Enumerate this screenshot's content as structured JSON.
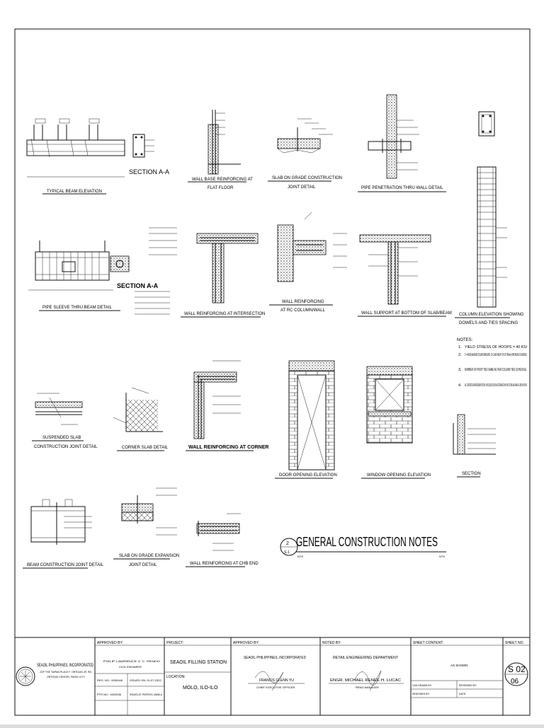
{
  "drawing": {
    "title": "GENERAL CONSTRUCTION NOTES",
    "title_marker": {
      "top": "2",
      "bottom": "S-1"
    },
    "scale_left": "NTS",
    "scale_right": "NTS"
  },
  "details": {
    "typical_beam_elevation": "TYPICAL BEAM ELEVATION",
    "section_aa_1": "SECTION  A-A",
    "wall_base_reinforcing": {
      "line1": "WALL BASE REINFORCING AT",
      "line2": "FLAT FLOOR"
    },
    "slab_on_grade_joint": {
      "line1": "SLAB ON GRADE CONSTRUCTION",
      "line2": "JOINT DETAIL"
    },
    "pipe_penetration": "PIPE PENETRATION THRU WALL DETAIL",
    "pipe_sleeve": "PIPE SLEEVE THRU BEAM DETAIL",
    "section_aa_2": "SECTION  A-A",
    "wall_reinforcing_intersection": "WALL REINFORCING AT INTERSECTION",
    "wall_reinforcing_rc": {
      "line1": "WALL REINFORCING",
      "line2": "AT RC COLUMN/WALL"
    },
    "wall_support": "WALL SUPPORT AT BOTTOM OF SLAB/BEAM",
    "column_elevation": {
      "line1": "COLUMN ELEVATION SHOWING",
      "line2": "DOWELS AND TIES SPACING"
    },
    "suspended_slab": {
      "line1": "SUSPENDED SLAB",
      "line2": "CONSTRUCTION JOINT DETAIL"
    },
    "corner_slab": "CORNER SLAB DETAIL",
    "wall_reinforcing_corner": "WALL REINFORCING AT CORNER",
    "door_opening": "DOOR OPENING ELEVATION",
    "window_opening": "WINDOW OPENING ELEVATION",
    "section": "SECTION",
    "beam_construction_joint": "BEAM CONSTRUCTION JOINT DETAIL",
    "slab_on_grade_expansion": {
      "line1": "SLAB ON GRADE EXPANSION",
      "line2": "JOINT DETAIL"
    },
    "wall_reinforcing_chb_end": "WALL REINFORCING AT CHB END"
  },
  "notes": {
    "heading": "NOTES:",
    "items": [
      {
        "num": "1.",
        "text": "YIELD STRESS OF HOOPS = 40 KSI"
      },
      {
        "num": "2.",
        "text": "D = LARGE MAXIMUM COLUMN DIMENSION, 1/6 CLEAR HEIGHT OR 18\" (450mm) WHICHEVER IS GREATER."
      },
      {
        "num": "3.",
        "text": "NUMBER OF HOOP TIES SAME AS PER COLUMN TIES SCHEDULE."
      },
      {
        "num": "4.",
        "text": "ALL CONCRETE REINFORCEMENT DETAIL SHOULD BE DONE IN ACCORDANCE WITH ACI DETAILING MANUAL 1995 PUB SP-66"
      }
    ]
  },
  "title_block": {
    "company": {
      "name": "SEAOIL PHILIPPINES, INCORPORATED",
      "address1": "22/F THE TAIPAN PLACE F. ORTIGAS JR. RD.",
      "address2": "ORTIGAS CENTER, PASIG CITY"
    },
    "approved_by_1": {
      "label": "APPROVED BY:",
      "name": "PHILIP LAWRENCE V. C. RENDO",
      "role": "CIVIL ENGINEER",
      "reg_no": "REG. NO.: 0095168",
      "issued_on": "ISSUED ON: 01-07-2022",
      "ptr_no": "PTR NO.: 5320536",
      "issued_at": "ISSUED AT: PATEROS, MANILA"
    },
    "project": {
      "label": "PROJECT:",
      "value": "SEAOIL FILLING STATION"
    },
    "location": {
      "label": "LOCATION:",
      "value": "MOLO, ILO-ILO"
    },
    "approved_by_2": {
      "label": "APPROVED BY:",
      "org": "SEAOIL PHILIPPINES, INCORPORATED",
      "name": "FRANCIS GLENN YU",
      "role": "CHIEF EXECUTIVE OFFICER"
    },
    "noted_by": {
      "label": "NOTED BY:",
      "dept": "RETAIL ENGINEERING DEPARTMENT",
      "name": "ENGR. MICHAEL RENEE H. LUCAC",
      "role": "RENG MANAGER"
    },
    "sheet_content": {
      "label": "SHEET CONTENT:",
      "value": "AS SHOWN",
      "cad_drawn": "CAD DRAWN BY:",
      "designed": "DESIGNED BY:",
      "reviewed": "REVIEWED BY:",
      "date": "DATE:"
    },
    "sheet_no": {
      "label": "SHEET NO.",
      "number": "S 02",
      "of": "06"
    }
  }
}
